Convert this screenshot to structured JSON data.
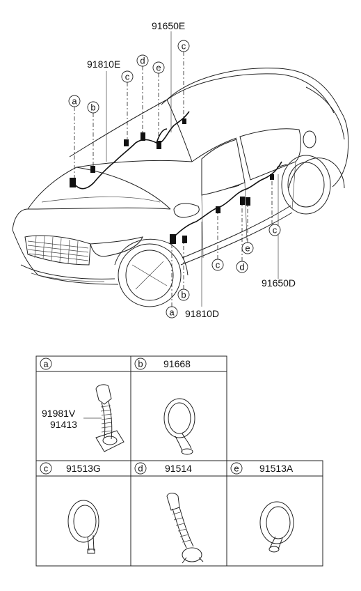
{
  "diagram": {
    "callouts": {
      "a": "a",
      "b": "b",
      "c": "c",
      "d": "d",
      "e": "e"
    },
    "part_numbers": {
      "main_top_left": "91810E",
      "main_top_right": "91650E",
      "main_bottom_left": "91810D",
      "main_bottom_right": "91650D"
    },
    "legend": {
      "cells": [
        {
          "letter": "a",
          "part": "",
          "sub_parts": [
            "91981V",
            "91413"
          ]
        },
        {
          "letter": "b",
          "part": "91668"
        },
        {
          "letter": "c",
          "part": "91513G"
        },
        {
          "letter": "d",
          "part": "91514"
        },
        {
          "letter": "e",
          "part": "91513A"
        }
      ]
    }
  }
}
